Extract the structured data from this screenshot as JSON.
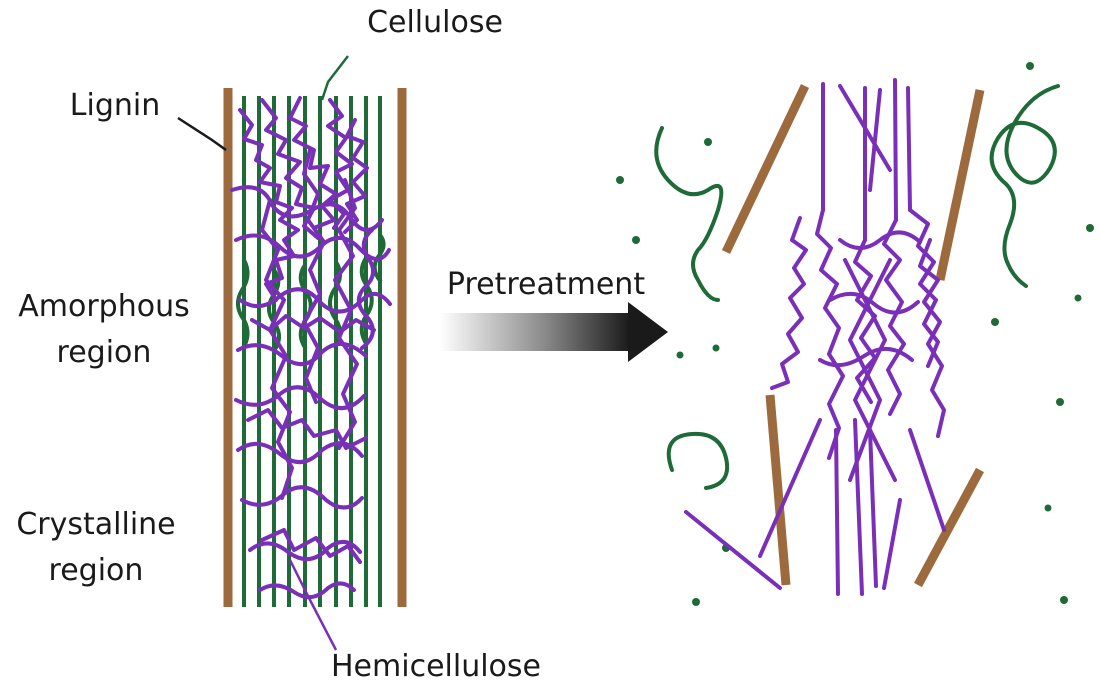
{
  "labels": {
    "cellulose": "Cellulose",
    "lignin": "Lignin",
    "amorphous_line1": "Amorphous",
    "amorphous_line2": "region",
    "crystalline_line1": "Crystalline",
    "crystalline_line2": "region",
    "hemicellulose": "Hemicellulose",
    "pretreatment": "Pretreatment"
  },
  "colors": {
    "lignin": "#9c6a3c",
    "cellulose": "#1e6b37",
    "hemicellulose": "#7a2fb8",
    "text": "#1a1a1a",
    "arrow_dark": "#1a1a1a",
    "arrow_light": "#ffffff"
  }
}
